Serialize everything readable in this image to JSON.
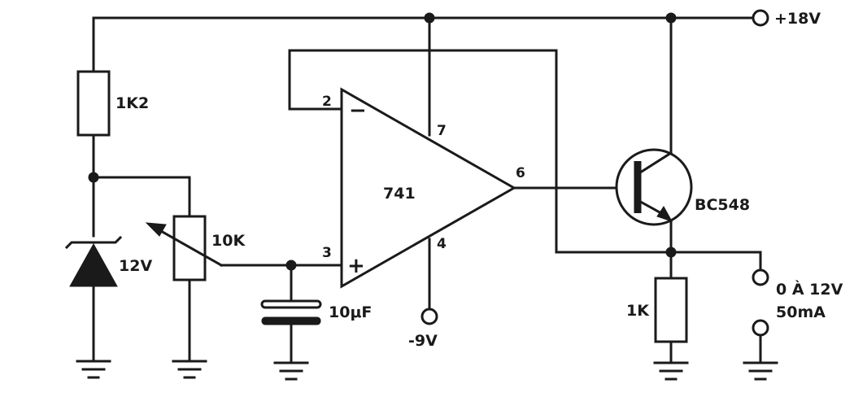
{
  "labels": {
    "supply_pos": "+18V",
    "supply_neg": "-9V",
    "resistor_top": "1K2",
    "zener": "12V",
    "potentiometer": "10K",
    "capacitor": "10μF",
    "opamp": "741",
    "transistor": "BC548",
    "resistor_load": "1K",
    "output_range": "0 À 12V",
    "output_current": "50mA"
  },
  "pins": {
    "inverting": "2",
    "noninverting": "3",
    "vplus": "7",
    "vminus": "4",
    "output": "6"
  },
  "signs": {
    "minus": "−",
    "plus": "+"
  }
}
